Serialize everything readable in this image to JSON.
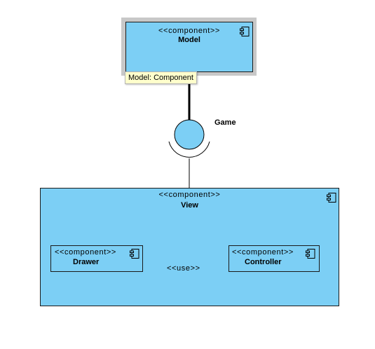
{
  "model": {
    "stereotype": "<<component>>",
    "name": "Model",
    "selected": true
  },
  "tooltip": {
    "text": "Model: Component"
  },
  "interface": {
    "name": "Game"
  },
  "view": {
    "stereotype": "<<component>>",
    "name": "View",
    "drawer": {
      "stereotype": "<<component>>",
      "name": "Drawer"
    },
    "controller": {
      "stereotype": "<<component>>",
      "name": "Controller"
    },
    "dependency": {
      "label": "<<use>>"
    }
  },
  "colors": {
    "component_fill": "#7ccff5",
    "selection_border": "#c8c8c8",
    "tooltip_bg": "#ffffcc",
    "line": "#000000"
  },
  "icons": [
    "component-icon",
    "provided-interface-icon",
    "required-interface-icon",
    "open-arrow-icon"
  ]
}
